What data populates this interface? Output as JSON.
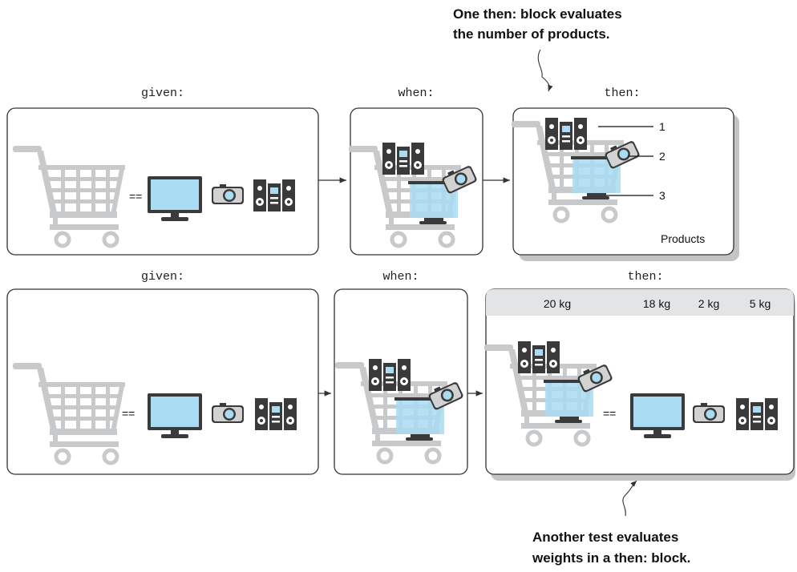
{
  "top_row": {
    "given_label": "given:",
    "when_label": "when:",
    "then_label": "then:",
    "equals": "==",
    "callouts": [
      "1",
      "2",
      "3"
    ],
    "products_label": "Products"
  },
  "bottom_row": {
    "given_label": "given:",
    "when_label": "when:",
    "then_label": "then:",
    "equals_given": "==",
    "equals_then": "==",
    "weights": [
      "20 kg",
      "18 kg",
      "2 kg",
      "5 kg"
    ]
  },
  "annotations": {
    "top_line1": "One then: block evaluates",
    "top_line2": "the number of products.",
    "bottom_line1": "Another test evaluates",
    "bottom_line2": "weights in a then: block."
  },
  "colors": {
    "cart": "#c8c9ca",
    "screen": "#a9dcf2",
    "device_dark": "#3a3a3a",
    "header_bar": "#e3e4e5",
    "shadow": "#c4c4c4"
  }
}
